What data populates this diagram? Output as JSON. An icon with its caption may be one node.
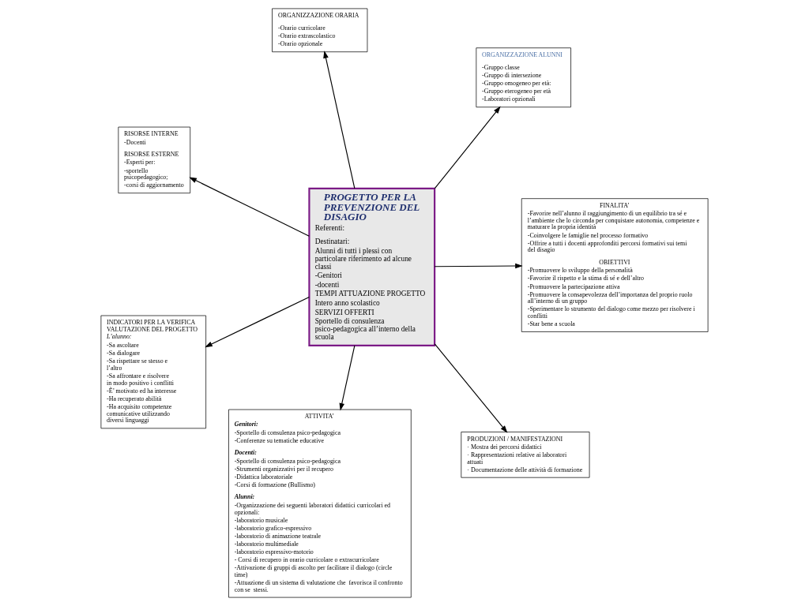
{
  "diagram": {
    "nodes": [
      {
        "text": [
          "PROGETTO PER LA PREVENZIONE DEL DISAGIO",
          "Referenti:",
          "Destinatari:",
          "Alunni di tutti i plessi con particolare riferimento ad alcune classi",
          "-Genitori",
          "-docenti",
          "TEMPI ATTUAZIONE PROGETTO",
          "Intero anno scolastico",
          "SERVIZI OFFERTI",
          "Sportello di consulenza psico-pedagogica all’interno della scuola"
        ]
      },
      {
        "text": [
          "FINALITA’",
          "-Favorire nell’alunno il raggiungimento di un equilibrio tra sé e l’ambiente che lo circonda per conquistare autonomia, competenze e maturare la propria identità",
          "-Coinvolgere le famiglie nel processo formativo",
          "-Offrire a tutti i docenti approfonditi percorsi formativi sui temi del disagio",
          "OBIETTIVI",
          "-Promuovere lo sviluppo della personalità",
          "-Favorire il rispetto e la stima di sé e dell’altro",
          "-Promuovere la partecipazione attiva",
          "-Promuovere la consapevolezza dell’importanza del proprio ruolo all’interno di un gruppo",
          "-Sperimentare lo strumento del dialogo come mezzo per risolvere i conflitti",
          "-Star bene a scuola"
        ]
      },
      {
        "text": [
          "ATTIVITA’",
          "Genitori:",
          "-Sportello di consulenza psico-pedagogica",
          "-Conferenze su tematiche educative",
          "Docenti:",
          "-Sportello di consulenza psico-pedagogica",
          "-Strumenti organizzativi per il recupero",
          "-Didattica laboratoriale",
          "-Corsi di formazione (Bullismo)",
          "Alunni:",
          "-Organizzazione dei seguenti laboratori didattici curricolari ed opzionali:",
          "-laboratorio musicale",
          "-laboratorio grafico-espressivo",
          "-laboratorio di animazione teatrale",
          "-laboratorio multimediale",
          "-laboratorio espressivo-motorio",
          "- Corsi di recupero in orario curricolare o extracurricolare",
          "-Attivazione di gruppi di ascolto per facilitare il dialogo (circle time)",
          "-Attuazione di un sistema di valutazione che  favorisca il confronto con se  stessi."
        ]
      },
      {
        "text": [
          "RISORSE INTERNE",
          "-Docenti",
          "RISORSE ESTERNE",
          "-Esperti per:",
          "-sportello psicopedagogico;",
          "-corsi di aggiornamento"
        ]
      },
      {
        "text": [
          "ORGANIZZAZIONE ALUNNI",
          "-Gruppo classe",
          "-Gruppo di intersezione",
          "-Gruppo omogeneo per età:",
          "-Gruppo eterogeneo per età",
          "-Laboratori opzionali"
        ]
      },
      {
        "text": [
          "ORGANIZZAZIONE ORARIA",
          "-Orario curricolare",
          "-Orario extrascolastico",
          "-Orario opzionale"
        ]
      },
      {
        "text": [
          "INDICATORI PER LA VERIFICA VALUTAZIONE DEL PROGETTO",
          "L’alunno:",
          "-Sa ascoltare",
          "-Sa dialogare",
          "-Sa rispettare se stesso e l’altro",
          "-Sa affrontare e risolvere in modo positivo i conflitti",
          "-È’ motivato ed ha interesse",
          "-Ha recuperato abilità",
          "-Ha acquisito competenze comunicative utilizzando diversi linguaggi"
        ]
      },
      {
        "text": [
          "PRODUZIONI / MANIFESTAZIONI",
          "· Mostra dei percorsi didattici",
          "· Rappresentazioni relative ai laboratori attuati",
          "· Documentazione delle attività di formazione"
        ]
      }
    ],
    "edges": [
      {
        "from": 0,
        "to": 1,
        "arrow": "to"
      },
      {
        "from": 0,
        "to": 2,
        "arrow": "to"
      },
      {
        "from": 0,
        "to": 3,
        "arrow": "to"
      },
      {
        "from": 0,
        "to": 4,
        "arrow": "to"
      },
      {
        "from": 0,
        "to": 5,
        "arrow": "to"
      },
      {
        "from": 0,
        "to": 6,
        "arrow": "to"
      },
      {
        "from": 0,
        "to": 7,
        "arrow": "to"
      }
    ]
  }
}
